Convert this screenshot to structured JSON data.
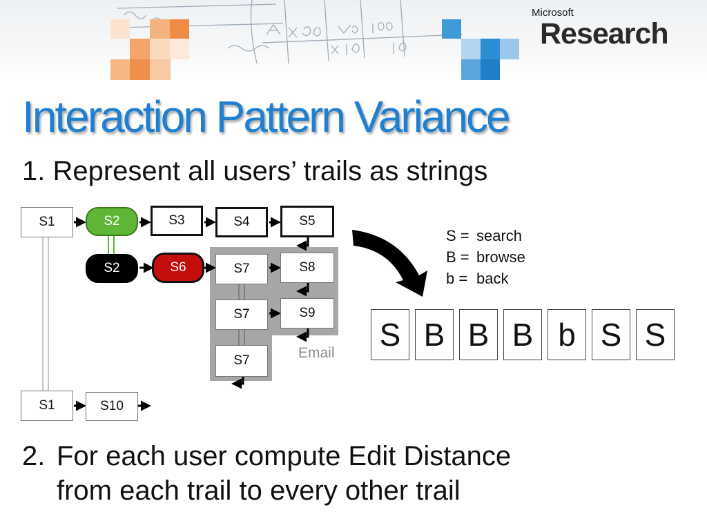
{
  "branding": {
    "company": "Microsoft",
    "division": "Research"
  },
  "title": "Interaction Pattern Variance",
  "bullets": {
    "one_num": "1.",
    "one_text": "Represent all users’ trails as strings",
    "two_num": "2.",
    "two_line1": "For each user compute Edit Distance",
    "two_line2": "from each trail to every other trail"
  },
  "diagram": {
    "nodes": {
      "s1_top": "S1",
      "s2_green": "S2",
      "s3": "S3",
      "s4": "S4",
      "s5": "S5",
      "s2_black": "S2",
      "s6": "S6",
      "s7_a": "S7",
      "s8": "S8",
      "s7_b": "S7",
      "s9": "S9",
      "s7_c": "S7",
      "s1_bottom": "S1",
      "s10": "S10"
    },
    "email_label": "Email",
    "legend": [
      {
        "key": "S =",
        "value": "search"
      },
      {
        "key": "B =",
        "value": "browse"
      },
      {
        "key": "b =",
        "value": "back"
      }
    ],
    "sequence": [
      "S",
      "B",
      "B",
      "B",
      "b",
      "S",
      "S"
    ]
  },
  "colors": {
    "title_blue": "#1f7fd0",
    "green_node": "#5fb535",
    "red_node": "#c40d0d"
  }
}
